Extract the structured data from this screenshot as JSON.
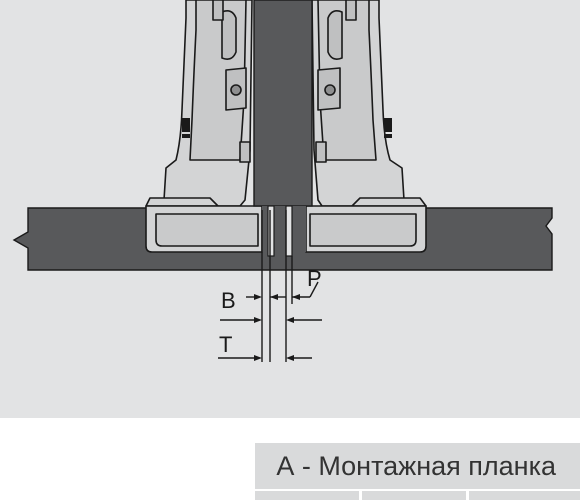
{
  "drawing": {
    "dimension_labels": {
      "b": "B",
      "p": "P",
      "t": "T"
    },
    "colors": {
      "background": "#e2e3e4",
      "outline": "#1a1a1a",
      "panel_dark": "#58595b",
      "hinge_fill": "#d3d4d5",
      "hinge_shade": "#c2c3c4"
    }
  },
  "table": {
    "header": "А - Монтажная планка",
    "colors": {
      "header_bg": "#d9dadb",
      "text": "#333333"
    }
  }
}
